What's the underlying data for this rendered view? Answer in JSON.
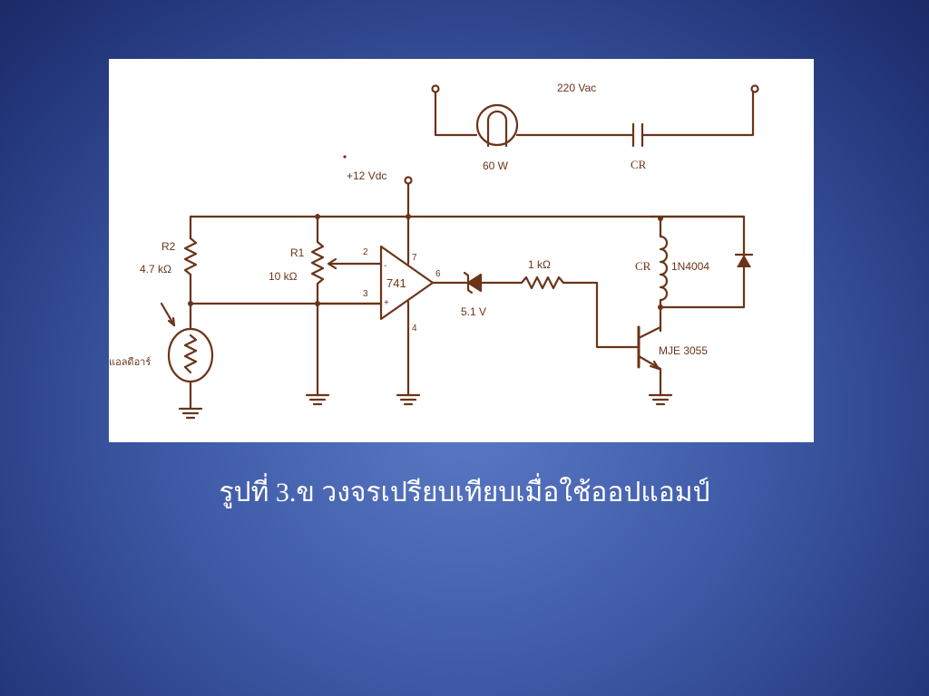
{
  "caption": "รูปที่ 3.ข วงจรเปรียบเทียบเมื่อใช้ออปแอมป์",
  "labels": {
    "ac_supply": "220 Vac",
    "lamp": "60 W",
    "relay_contact": "CR",
    "dc_supply": "+12 Vdc",
    "r2_name": "R2",
    "r2_value": "4.7 kΩ",
    "r1_name": "R1",
    "r1_value": "10 kΩ",
    "opamp": "741",
    "pin2": "2",
    "pin3": "3",
    "pin4": "4",
    "pin6": "6",
    "pin7": "7",
    "pin_minus": "-",
    "pin_plus": "+",
    "zener": "5.1 V",
    "resistor_base": "1 kΩ",
    "relay_coil": "CR",
    "diode": "1N4004",
    "transistor": "MJE 3055",
    "ldr": "แอลดีอาร์"
  },
  "colors": {
    "ink": "#6b3418",
    "panel": "#ffffff",
    "background": "#3e5aa6"
  }
}
